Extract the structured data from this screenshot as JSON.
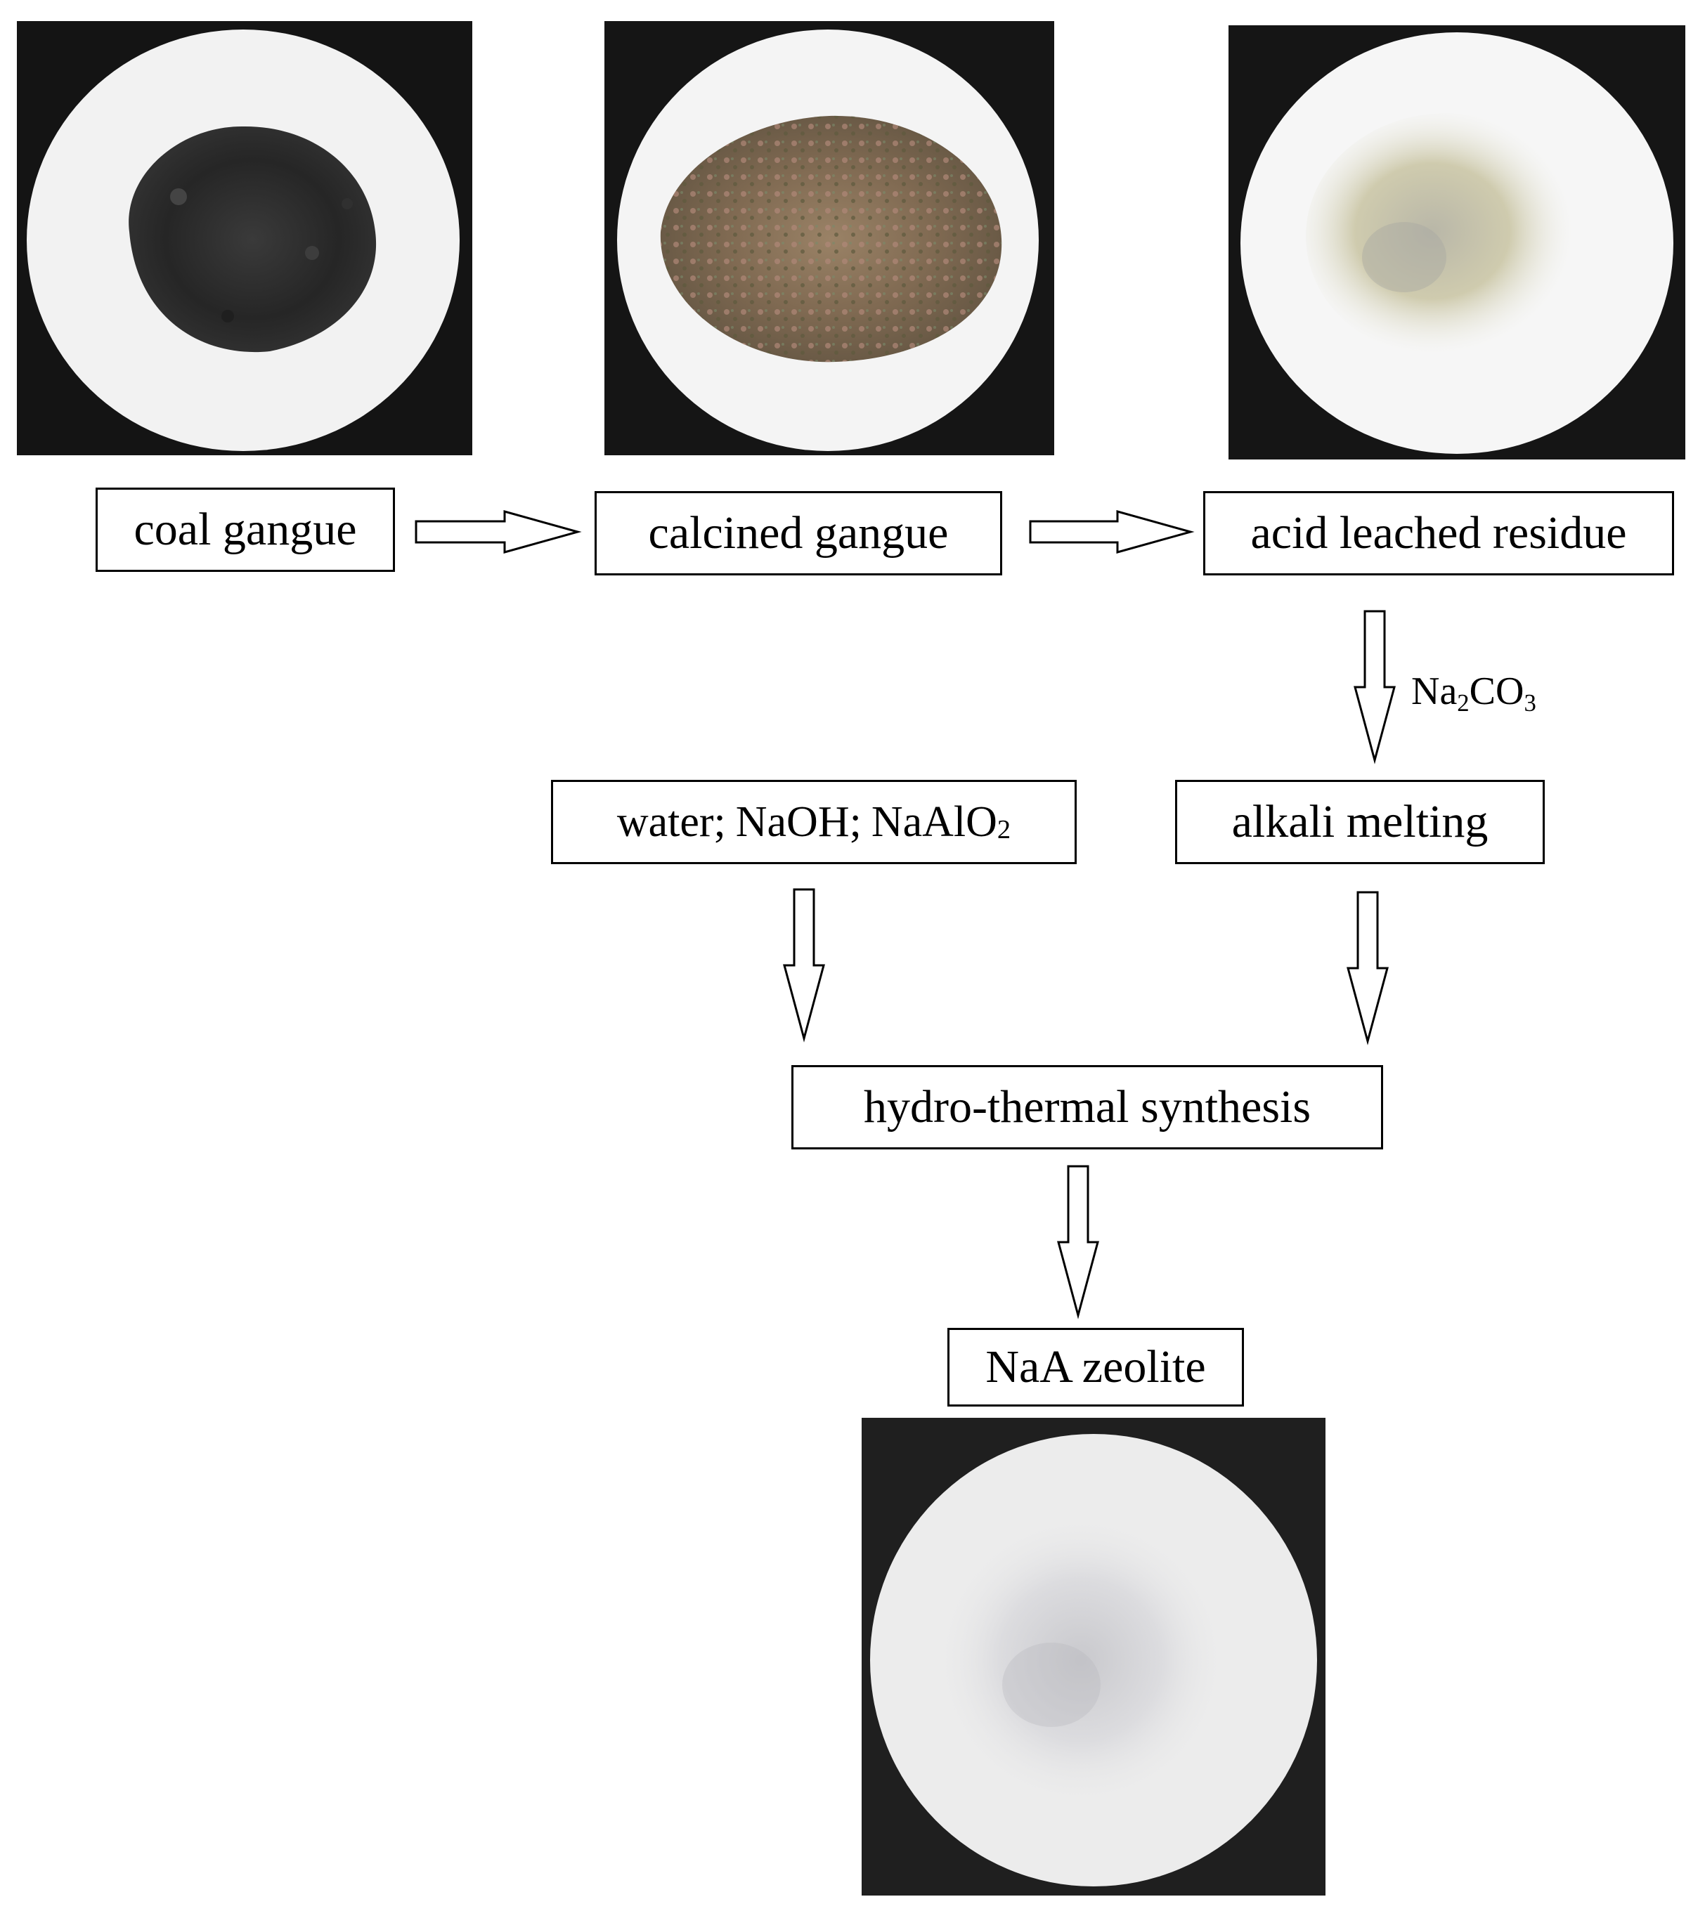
{
  "steps": {
    "coal_gangue": "coal gangue",
    "calcined_gangue": "calcined gangue",
    "acid_leached_residue": "acid leached residue",
    "alkali_melting": "alkali melting",
    "reagents": {
      "water": "water",
      "sep1": ";",
      "naoh": "NaOH",
      "sep2": ";",
      "naalo_main": "NaAlO",
      "naalo_sub": "2"
    },
    "hydrothermal": "hydro-thermal synthesis",
    "naa_zeolite": "NaA zeolite"
  },
  "flux_label": {
    "na": "Na",
    "sub1": "2",
    "co": "CO",
    "sub2": "3"
  },
  "photos": [
    {
      "name": "coal-gangue-photo",
      "powder_color": "#2a2a2a",
      "paper_color": "#f2f2f2",
      "background_color": "#141414"
    },
    {
      "name": "calcined-gangue-photo",
      "powder_color": "#8a7258",
      "paper_color": "#f4f4f4",
      "background_color": "#151515"
    },
    {
      "name": "acid-leached-residue-photo",
      "powder_color": "#c9c6a8",
      "paper_color": "#f6f6f6",
      "background_color": "#151515"
    },
    {
      "name": "naa-zeolite-photo",
      "powder_color": "#d9d9dc",
      "paper_color": "#ececec",
      "background_color": "#1f1f1f"
    }
  ],
  "colors": {
    "line": "#000000",
    "background": "#ffffff"
  }
}
